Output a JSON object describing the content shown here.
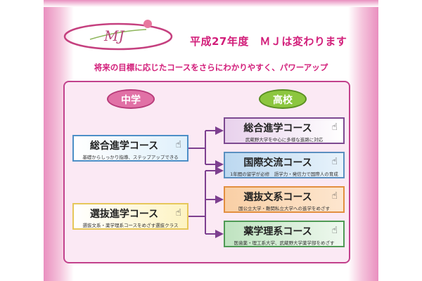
{
  "logo": {
    "text": "MJ"
  },
  "header": {
    "title": "平成27年度　ＭＪは変わります",
    "subtitle": "将来の目標に応じたコースをさらにわかりやすく、パワーアップ"
  },
  "labels": {
    "junior_high": "中学",
    "high_school": "高校"
  },
  "junior_courses": [
    {
      "name": "総合進学コース",
      "desc": "基礎からしっかり指導、ステップアップできる"
    },
    {
      "name": "選抜進学コース",
      "desc": "選抜文系・薬学理系コースをめざす選抜クラス"
    }
  ],
  "high_courses": [
    {
      "name": "総合進学コース",
      "desc": "武蔵野大学を中心に多様な進路に対応"
    },
    {
      "name": "国際交流コース",
      "desc": "1年間の留学が必修　語学力・発信力で国際人の育成"
    },
    {
      "name": "選抜文系コース",
      "desc": "国公立大学・難関私立大学への進学をめざす"
    },
    {
      "name": "薬学理系コース",
      "desc": "医歯薬・理工系大学、武蔵野大学薬学部をめざす"
    }
  ],
  "icons": {
    "hand": "pointing-hand-icon"
  }
}
